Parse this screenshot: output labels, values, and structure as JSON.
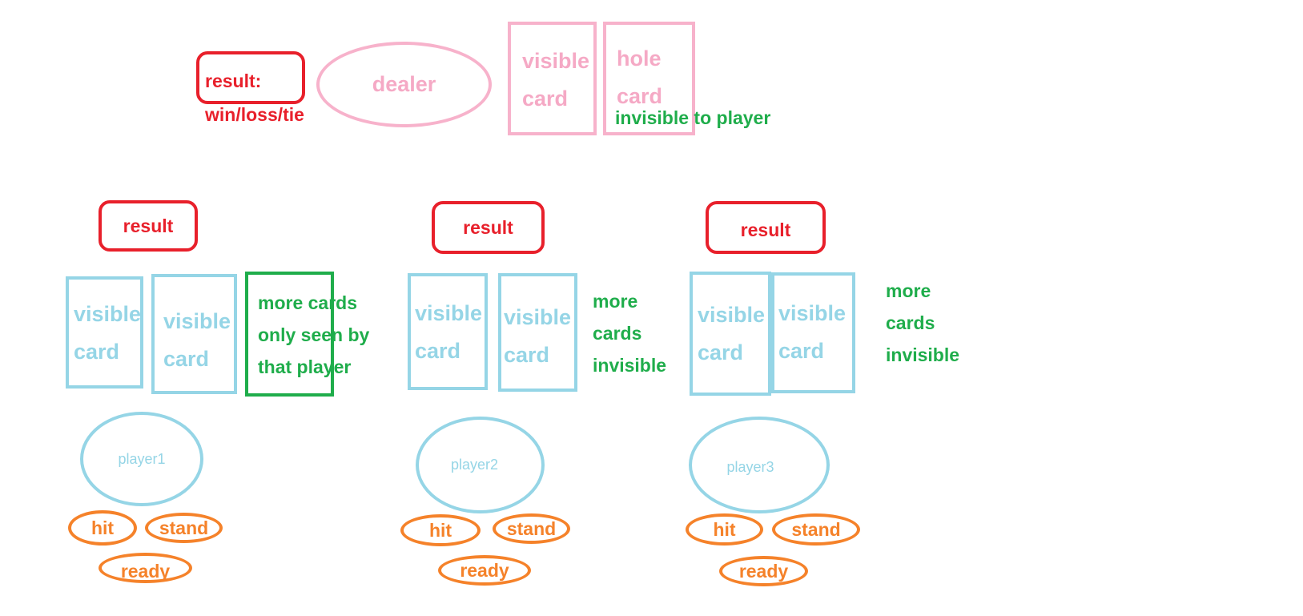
{
  "dealer": {
    "result_label": "result:",
    "result_values": "win/loss/tie",
    "name": "dealer",
    "visible_card": [
      "visible",
      "card"
    ],
    "hole_card": [
      "hole",
      "card"
    ],
    "hole_note": "invisible to player"
  },
  "players": [
    {
      "result": "result",
      "cards": [
        [
          "visible",
          "card"
        ],
        [
          "visible",
          "card"
        ]
      ],
      "more": [
        "more cards",
        "only seen by",
        "that player"
      ],
      "name": "player1",
      "actions": {
        "hit": "hit",
        "stand": "stand",
        "ready": "ready"
      }
    },
    {
      "result": "result",
      "cards": [
        [
          "visible",
          "card"
        ],
        [
          "visible",
          "card"
        ]
      ],
      "more": [
        "more",
        "cards",
        "invisible"
      ],
      "name": "player2",
      "actions": {
        "hit": "hit",
        "stand": "stand",
        "ready": "ready"
      }
    },
    {
      "result": "result",
      "cards": [
        [
          "visible",
          "card"
        ],
        [
          "visible",
          "card"
        ]
      ],
      "more": [
        "more",
        "cards",
        "invisible"
      ],
      "name": "player3",
      "actions": {
        "hit": "hit",
        "stand": "stand",
        "ready": "ready"
      }
    }
  ],
  "colors": {
    "result": "#e8202b",
    "dealer": "#f7b2cb",
    "player": "#95d5e6",
    "note": "#1fad4b",
    "action": "#f5822a"
  }
}
